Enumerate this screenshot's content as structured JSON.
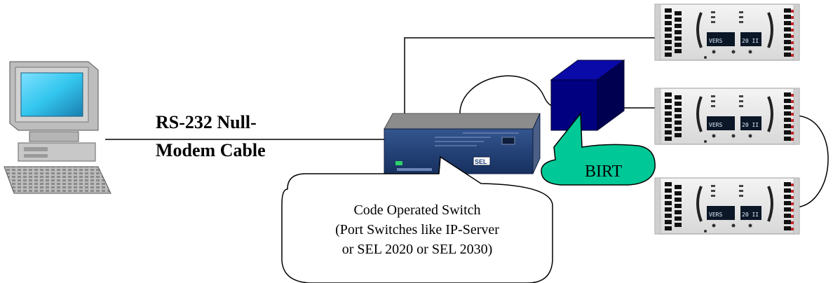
{
  "cable_label": {
    "line1": "RS-232 Null-",
    "line2": "Modem Cable"
  },
  "birt_label": "BIRT",
  "callout": {
    "line1": "Code Operated Switch",
    "line2": "(Port Switches like IP-Server",
    "line3": "or SEL 2020 or SEL 2030)"
  },
  "relay_display": {
    "left": "VERS",
    "right": "20 II"
  },
  "switch_brand": "SEL",
  "colors": {
    "monitor_body": "#c8c8c8",
    "monitor_screen": "#33c6ee",
    "switch_face": "#20407e",
    "birt_cube": "#000080",
    "birt_callout": "#00c896",
    "relay_body": "#ececec",
    "relay_terminal": "#111111",
    "relay_terminal_red": "#c0282c",
    "relay_display_bg": "#0b1626",
    "relay_display_fg": "#dff0ff"
  },
  "icons": [
    "computer-icon",
    "switch-device",
    "birt-cube-icon",
    "relay-unit"
  ]
}
